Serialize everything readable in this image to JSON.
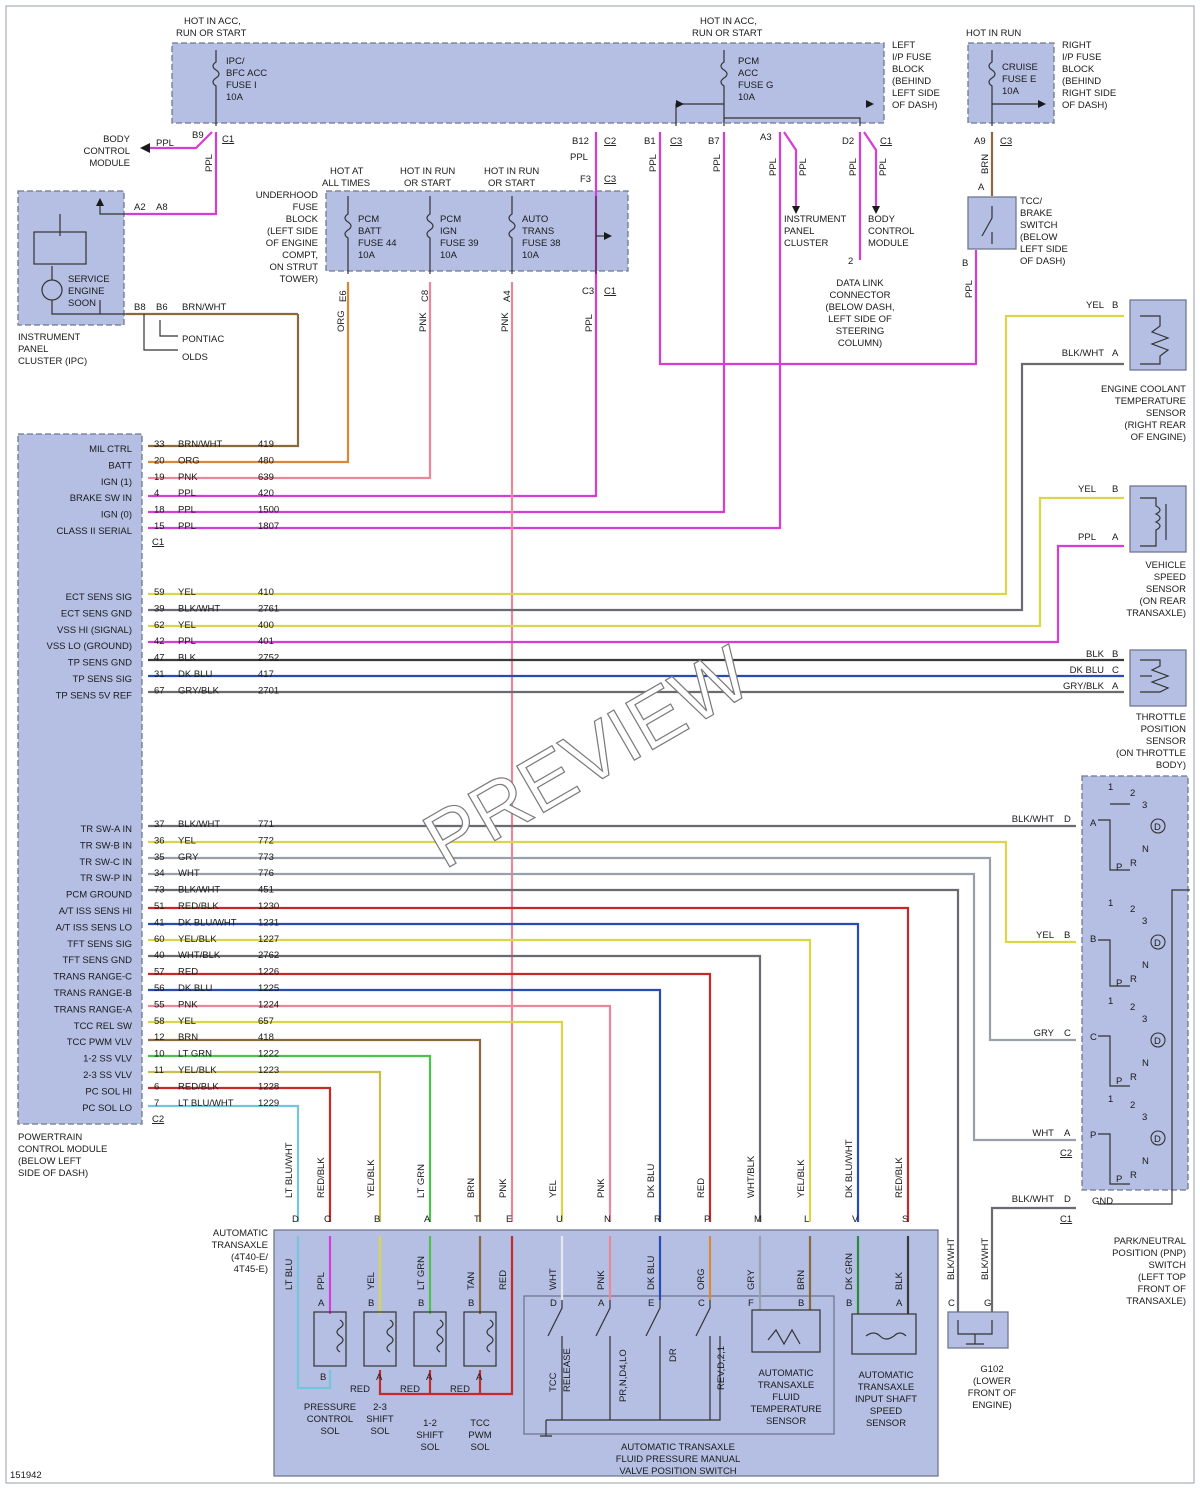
{
  "footer_id": "151942",
  "watermark": "PREVIEW",
  "colors": {
    "background": "#ffffff",
    "block_fill": "#b4bfe3",
    "block_border": "#6f7890",
    "wire_ppl": "#d63cd6",
    "wire_pnk": "#e8889a",
    "wire_org": "#d8883a",
    "wire_yel": "#d9d64a",
    "wire_blkwht": "#6a6a72",
    "wire_dkblu": "#2a4bb0",
    "wire_red": "#c42a2a",
    "wire_ltgrn": "#4cc24c",
    "wire_brn": "#8a6a3a",
    "wire_ltbluwht": "#74c6de",
    "wire_gry": "#9aa0aa"
  },
  "top": {
    "hot_acc_left": [
      "HOT IN ACC,",
      "RUN OR START"
    ],
    "hot_acc_right": [
      "HOT IN ACC,",
      "RUN OR START"
    ],
    "hot_run_right": "HOT IN RUN",
    "fuse_ipc": [
      "IPC/",
      "BFC ACC",
      "FUSE I",
      "10A"
    ],
    "fuse_pcm_acc": [
      "PCM",
      "ACC",
      "FUSE G",
      "10A"
    ],
    "left_ip_fuse_block": [
      "LEFT",
      "I/P FUSE",
      "BLOCK",
      "(BEHIND",
      "LEFT SIDE",
      "OF DASH)"
    ],
    "fuse_cruise": [
      "CRUISE",
      "FUSE E",
      "10A"
    ],
    "right_ip_fuse_block": [
      "RIGHT",
      "I/P FUSE",
      "BLOCK",
      "(BEHIND",
      "RIGHT SIDE",
      "OF DASH)"
    ],
    "body_control_module": [
      "BODY",
      "CONTROL",
      "MODULE"
    ],
    "pin_labels": {
      "b9": "B9",
      "c1": "C1",
      "a2": "A2",
      "a8": "A8",
      "b12": "B12",
      "c2": "C2",
      "b1": "B1",
      "c3": "C3",
      "b7": "B7",
      "a3": "A3",
      "d2": "D2",
      "a9": "A9",
      "f3": "F3",
      "e6": "E6",
      "c8": "C8",
      "a4": "A4",
      "c3pin": "C3",
      "b8": "B8",
      "b6": "B6",
      "d2_2": "2",
      "b_tcc": "B",
      "a_tcc": "A"
    },
    "wire_ppl": "PPL",
    "wire_pnk": "PNK",
    "wire_org": "ORG",
    "wire_brn": "BRN",
    "wire_brnwht": "BRN/WHT"
  },
  "ipc": {
    "service_engine": [
      "SERVICE",
      "ENGINE",
      "SOON"
    ],
    "title": [
      "INSTRUMENT",
      "PANEL",
      "CLUSTER (IPC)"
    ],
    "pontiac": "PONTIAC",
    "olds": "OLDS"
  },
  "underhood": {
    "title": [
      "UNDERHOOD",
      "FUSE",
      "BLOCK",
      "(LEFT SIDE",
      "OF ENGINE",
      "COMPT,",
      "ON STRUT",
      "TOWER)"
    ],
    "hot_all": [
      "HOT AT",
      "ALL TIMES"
    ],
    "hot_run1": [
      "HOT IN RUN",
      "OR START"
    ],
    "hot_run2": [
      "HOT IN RUN",
      "OR START"
    ],
    "fuse44": [
      "PCM",
      "BATT",
      "FUSE 44",
      "10A"
    ],
    "fuse39": [
      "PCM",
      "IGN",
      "FUSE 39",
      "10A"
    ],
    "fuse38": [
      "AUTO",
      "TRANS",
      "FUSE 38",
      "10A"
    ]
  },
  "ipc_right": [
    "INSTRUMENT",
    "PANEL",
    "CLUSTER"
  ],
  "bcm_right": [
    "BODY",
    "CONTROL",
    "MODULE"
  ],
  "dlc": [
    "DATA LINK",
    "CONNECTOR",
    "(BELOW DASH,",
    "LEFT SIDE OF",
    "STEERING",
    "COLUMN)"
  ],
  "tcc_brake": [
    "TCC/",
    "BRAKE",
    "SWITCH",
    "(BELOW",
    "LEFT SIDE",
    "OF DASH)"
  ],
  "pcm": {
    "title": [
      "POWERTRAIN",
      "CONTROL MODULE",
      "(BELOW LEFT",
      "SIDE OF DASH)"
    ],
    "c1": "C1",
    "c2": "C2",
    "group1": [
      {
        "label": "MIL CTRL",
        "pin": "33",
        "color": "BRN/WHT",
        "circuit": "419"
      },
      {
        "label": "BATT",
        "pin": "20",
        "color": "ORG",
        "circuit": "480"
      },
      {
        "label": "IGN (1)",
        "pin": "19",
        "color": "PNK",
        "circuit": "639"
      },
      {
        "label": "BRAKE SW IN",
        "pin": "4",
        "color": "PPL",
        "circuit": "420"
      },
      {
        "label": "IGN (0)",
        "pin": "18",
        "color": "PPL",
        "circuit": "1500"
      },
      {
        "label": "CLASS II SERIAL",
        "pin": "15",
        "color": "PPL",
        "circuit": "1807"
      }
    ],
    "group2": [
      {
        "label": "ECT SENS SIG",
        "pin": "59",
        "color": "YEL",
        "circuit": "410"
      },
      {
        "label": "ECT SENS GND",
        "pin": "39",
        "color": "BLK/WHT",
        "circuit": "2761"
      },
      {
        "label": "VSS HI (SIGNAL)",
        "pin": "62",
        "color": "YEL",
        "circuit": "400"
      },
      {
        "label": "VSS LO (GROUND)",
        "pin": "42",
        "color": "PPL",
        "circuit": "401"
      },
      {
        "label": "TP SENS GND",
        "pin": "47",
        "color": "BLK",
        "circuit": "2752"
      },
      {
        "label": "TP SENS SIG",
        "pin": "31",
        "color": "DK BLU",
        "circuit": "417"
      },
      {
        "label": "TP SENS 5V REF",
        "pin": "67",
        "color": "GRY/BLK",
        "circuit": "2701"
      }
    ],
    "group3": [
      {
        "label": "TR SW-A IN",
        "pin": "37",
        "color": "BLK/WHT",
        "circuit": "771"
      },
      {
        "label": "TR SW-B IN",
        "pin": "36",
        "color": "YEL",
        "circuit": "772"
      },
      {
        "label": "TR SW-C IN",
        "pin": "35",
        "color": "GRY",
        "circuit": "773"
      },
      {
        "label": "TR SW-P IN",
        "pin": "34",
        "color": "WHT",
        "circuit": "776"
      },
      {
        "label": "PCM GROUND",
        "pin": "73",
        "color": "BLK/WHT",
        "circuit": "451"
      },
      {
        "label": "A/T ISS SENS HI",
        "pin": "51",
        "color": "RED/BLK",
        "circuit": "1230"
      },
      {
        "label": "A/T ISS SENS LO",
        "pin": "41",
        "color": "DK BLU/WHT",
        "circuit": "1231"
      },
      {
        "label": "TFT SENS SIG",
        "pin": "60",
        "color": "YEL/BLK",
        "circuit": "1227"
      },
      {
        "label": "TFT SENS GND",
        "pin": "40",
        "color": "WHT/BLK",
        "circuit": "2762"
      },
      {
        "label": "TRANS RANGE-C",
        "pin": "57",
        "color": "RED",
        "circuit": "1226"
      },
      {
        "label": "TRANS RANGE-B",
        "pin": "56",
        "color": "DK BLU",
        "circuit": "1225"
      },
      {
        "label": "TRANS RANGE-A",
        "pin": "55",
        "color": "PNK",
        "circuit": "1224"
      },
      {
        "label": "TCC REL SW",
        "pin": "58",
        "color": "YEL",
        "circuit": "657"
      },
      {
        "label": "TCC PWM VLV",
        "pin": "12",
        "color": "BRN",
        "circuit": "418"
      },
      {
        "label": "1-2 SS VLV",
        "pin": "10",
        "color": "LT GRN",
        "circuit": "1222"
      },
      {
        "label": "2-3 SS VLV",
        "pin": "11",
        "color": "YEL/BLK",
        "circuit": "1223"
      },
      {
        "label": "PC SOL HI",
        "pin": "6",
        "color": "RED/BLK",
        "circuit": "1228"
      },
      {
        "label": "PC SOL LO",
        "pin": "7",
        "color": "LT BLU/WHT",
        "circuit": "1229"
      }
    ]
  },
  "ect": {
    "title": [
      "ENGINE COOLANT",
      "TEMPERATURE",
      "SENSOR",
      "(RIGHT REAR",
      "OF ENGINE)"
    ],
    "wires": [
      {
        "color": "YEL",
        "pin": "B"
      },
      {
        "color": "BLK/WHT",
        "pin": "A"
      }
    ]
  },
  "vss": {
    "title": [
      "VEHICLE",
      "SPEED",
      "SENSOR",
      "(ON REAR",
      "TRANSAXLE)"
    ],
    "wires": [
      {
        "color": "YEL",
        "pin": "B"
      },
      {
        "color": "PPL",
        "pin": "A"
      }
    ]
  },
  "tps": {
    "title": [
      "THROTTLE",
      "POSITION",
      "SENSOR",
      "(ON THROTTLE",
      "BODY)"
    ],
    "wires": [
      {
        "color": "BLK",
        "pin": "B"
      },
      {
        "color": "DK BLU",
        "pin": "C"
      },
      {
        "color": "GRY/BLK",
        "pin": "A"
      }
    ]
  },
  "pnp": {
    "title": [
      "PARK/NEUTRAL",
      "POSITION (PNP)",
      "SWITCH",
      "(LEFT TOP",
      "FRONT OF",
      "TRANSAXLE)"
    ],
    "wires": [
      {
        "color": "BLK/WHT",
        "pin": "D"
      },
      {
        "color": "YEL",
        "pin": "B"
      },
      {
        "color": "GRY",
        "pin": "C"
      },
      {
        "color": "WHT",
        "pin": "A"
      },
      {
        "color": "BLK/WHT",
        "pin": "D"
      }
    ],
    "c2": "C2",
    "c1": "C1",
    "gnd": "GND",
    "inner_pins": [
      "A",
      "B",
      "C",
      "P"
    ],
    "contacts": {
      "one": "1",
      "two": "2",
      "three": "3",
      "d": "D",
      "n": "N",
      "p": "P",
      "r": "R"
    }
  },
  "g102": {
    "title": [
      "G102",
      "(LOWER",
      "FRONT OF",
      "ENGINE)"
    ],
    "wires": [
      {
        "color": "BLK/WHT",
        "pin": "C"
      },
      {
        "color": "BLK/WHT",
        "pin": "G"
      }
    ]
  },
  "transaxle": {
    "title": [
      "AUTOMATIC",
      "TRANSAXLE",
      "(4T40-E/",
      "4T45-E)"
    ],
    "entry": [
      {
        "pin": "D",
        "color": "LT BLU/WHT"
      },
      {
        "pin": "C",
        "color": "RED/BLK"
      },
      {
        "pin": "B",
        "color": "YEL/BLK"
      },
      {
        "pin": "A",
        "color": "LT GRN"
      },
      {
        "pin": "T",
        "color": "BRN"
      },
      {
        "pin": "E",
        "color": "PNK"
      },
      {
        "pin": "U",
        "color": "YEL"
      },
      {
        "pin": "N",
        "color": "PNK"
      },
      {
        "pin": "R",
        "color": "DK BLU"
      },
      {
        "pin": "P",
        "color": "RED"
      },
      {
        "pin": "M",
        "color": "WHT/BLK"
      },
      {
        "pin": "L",
        "color": "YEL/BLK"
      },
      {
        "pin": "V",
        "color": "DK BLU/WHT"
      },
      {
        "pin": "S",
        "color": "RED/BLK"
      }
    ],
    "inner": [
      {
        "pin": "",
        "color": "LT BLU"
      },
      {
        "pin": "A",
        "color": "PPL"
      },
      {
        "pin": "B",
        "color": "YEL"
      },
      {
        "pin": "B",
        "color": "LT GRN"
      },
      {
        "pin": "B",
        "color": "TAN"
      },
      {
        "pin": "",
        "color": "RED"
      },
      {
        "pin": "D",
        "color": "WHT"
      },
      {
        "pin": "A",
        "color": "PNK"
      },
      {
        "pin": "E",
        "color": "DK BLU"
      },
      {
        "pin": "C",
        "color": "ORG"
      },
      {
        "pin": "F",
        "color": "GRY"
      },
      {
        "pin": "B",
        "color": "BRN"
      },
      {
        "pin": "B",
        "color": "DK GRN"
      },
      {
        "pin": "A",
        "color": "BLK"
      }
    ],
    "red": "RED",
    "pin_b": "B",
    "pin_a": "A",
    "pcs": [
      "PRESSURE",
      "CONTROL",
      "SOL"
    ],
    "ss23": [
      "2-3",
      "SHIFT",
      "SOL"
    ],
    "ss12": [
      "1-2",
      "SHIFT",
      "SOL"
    ],
    "tccpwm": [
      "TCC",
      "PWM",
      "SOL"
    ],
    "tcc_release": [
      "TCC",
      "RELEASE"
    ],
    "prnd4lo": "PR,N,D4,LO",
    "dr": "DR",
    "revd21": "REV,D,2,1",
    "tft": [
      "AUTOMATIC",
      "TRANSAXLE",
      "FLUID",
      "TEMPERATURE",
      "SENSOR"
    ],
    "iss": [
      "AUTOMATIC",
      "TRANSAXLE",
      "INPUT SHAFT",
      "SPEED",
      "SENSOR"
    ],
    "pressure_switch": [
      "AUTOMATIC TRANSAXLE",
      "FLUID PRESSURE MANUAL",
      "VALVE POSITION SWITCH"
    ]
  }
}
